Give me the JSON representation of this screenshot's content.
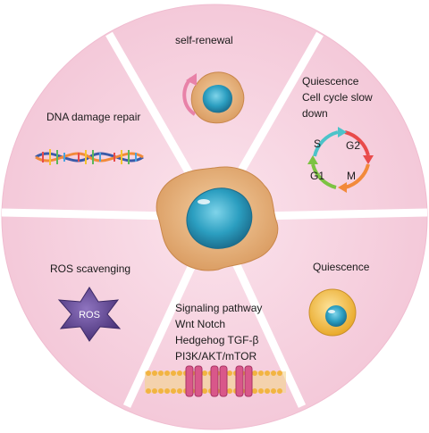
{
  "segments": {
    "top": {
      "label": "self-renewal"
    },
    "top_right": {
      "lines": [
        "Quiescence",
        "Cell cycle slow",
        "down"
      ]
    },
    "bottom_right": {
      "label": "Quiescence"
    },
    "bottom": {
      "lines": [
        "Signaling pathway",
        "Wnt Notch",
        "Hedgehog TGF-β",
        "PI3K/AKT/mTOR"
      ]
    },
    "bottom_left": {
      "label": "ROS scavenging"
    },
    "top_left": {
      "label": "DNA damage repair"
    }
  },
  "cell_cycle": {
    "phases": [
      "S",
      "G2",
      "M",
      "G1"
    ]
  },
  "ros_badge": "ROS",
  "colors": {
    "disk": "#f7d4e1",
    "divider": "#ffffff",
    "cytoplasm": "#e9b27c",
    "nucleus": "#35a6c4",
    "ros": "#6b4e9b",
    "quiescent_cell": "#f5c64c"
  }
}
